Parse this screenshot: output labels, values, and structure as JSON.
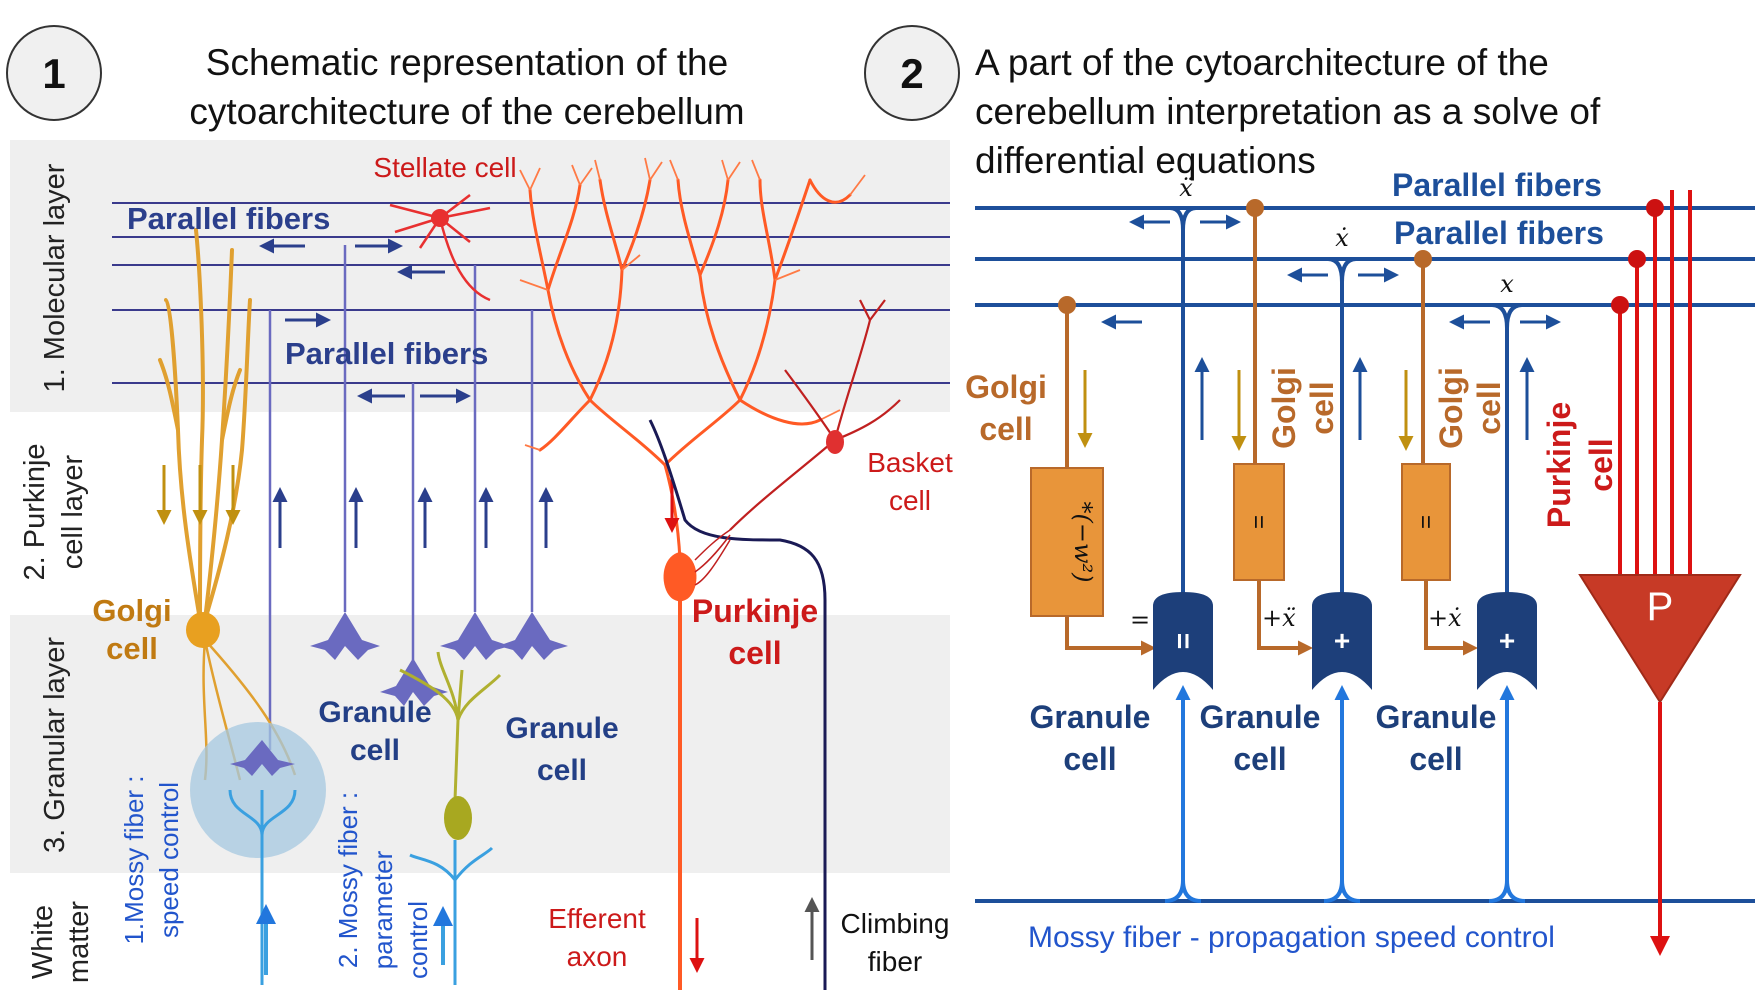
{
  "panel1": {
    "number": "1",
    "title_line1": "Schematic representation of the",
    "title_line2": "cytoarchitecture of the cerebellum",
    "layers": {
      "molecular": "1. Molecular layer",
      "purkinje_line1": "2. Purkinje",
      "purkinje_line2": "cell layer",
      "granular": "3. Granular layer",
      "white_line1": "White",
      "white_line2": "matter"
    },
    "labels": {
      "stellate": "Stellate cell",
      "parallel_fibers_top": "Parallel fibers",
      "parallel_fibers_mid": "Parallel fibers",
      "golgi_line1": "Golgi",
      "golgi_line2": "cell",
      "granule_small_line1": "Granule",
      "granule_small_line2": "cell",
      "granule_big_line1": "Granule",
      "granule_big_line2": "cell",
      "purkinje_line1": "Purkinje",
      "purkinje_line2": "cell",
      "basket_line1": "Basket",
      "basket_line2": "cell",
      "efferent_line1": "Efferent",
      "efferent_line2": "axon",
      "climbing_line1": "Climbing",
      "climbing_line2": "fiber",
      "mossy1_line1": "1.Mossy fiber :",
      "mossy1_line2": "speed control",
      "mossy2_line1": "2. Mossy fiber :",
      "mossy2_line2": "parameter",
      "mossy2_line3": "control"
    }
  },
  "panel2": {
    "number": "2",
    "title_line1": "A part of the cytoarchitecture of the",
    "title_line2": "cerebellum interpretation as a solve of",
    "title_line3": "differential equations",
    "labels": {
      "parallel_fibers_1": "Parallel fibers",
      "parallel_fibers_2": "Parallel fibers",
      "golgi1_line1": "Golgi",
      "golgi1_line2": "cell",
      "golgi2_line1": "Golgi",
      "golgi2_line2": "cell",
      "golgi3_line1": "Golgi",
      "golgi3_line2": "cell",
      "purkinje_line1": "Purkinje",
      "purkinje_line2": "cell",
      "granule1_line1": "Granule",
      "granule1_line2": "cell",
      "granule2_line1": "Granule",
      "granule2_line2": "cell",
      "granule3_line1": "Granule",
      "granule3_line2": "cell",
      "mossy": "Mossy fiber - propagation speed control",
      "x_ddot": "ẍ",
      "x_dot": "ẋ",
      "x": "x",
      "op_box1": "*(−w²)",
      "op_box2": "=",
      "op_box3": "=",
      "eq_in1": "=",
      "plus_xddot": "+ẍ",
      "plus_xdot": "+ẋ",
      "gate1": "=",
      "gate2": "+",
      "gate3": "+",
      "P": "P"
    }
  },
  "colors": {
    "parallel_fiber": "#2b3f8c",
    "parallel_fiber_panel2": "#1d4f9a",
    "golgi": "#d9921c",
    "golgi_box": "#e8953a",
    "granule": "#6a6ac0",
    "granule_gate": "#1d3f7a",
    "purkinje": "#ff4a1a",
    "purkinje_panel2": "#cc2a1a",
    "mossy": "#2277dd",
    "climbing": "#1a1a55",
    "layer_band": "#efefef"
  }
}
